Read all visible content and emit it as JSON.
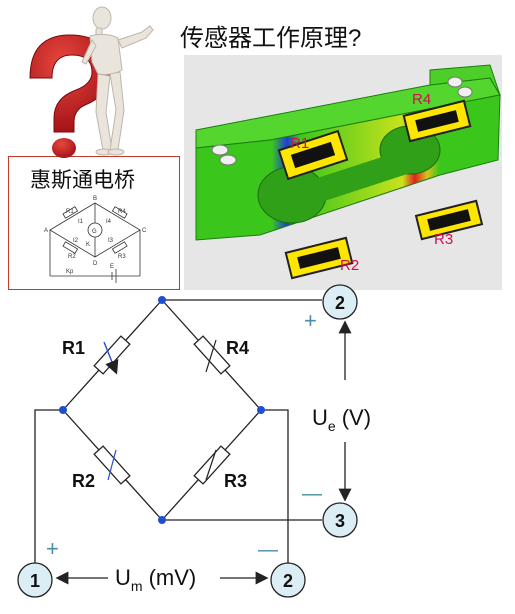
{
  "title": "传感器工作原理?",
  "bridge_box": {
    "title": "惠斯通电桥",
    "labels": [
      "B",
      "R1",
      "R4",
      "I1",
      "I4",
      "A",
      "C",
      "K",
      "R2",
      "R3",
      "D",
      "I2",
      "I3",
      "Kp",
      "E",
      "G"
    ]
  },
  "sensor_image": {
    "gauge_labels": [
      "R1",
      "R4",
      "R2",
      "R3"
    ]
  },
  "circuit": {
    "resistors": [
      "R1",
      "R4",
      "R2",
      "R3"
    ],
    "terminals": {
      "t2_top": "2",
      "t3": "3",
      "t1": "1",
      "t2_bottom": "2"
    },
    "plus_top": "+",
    "minus_right": "—",
    "plus_left": "+",
    "minus_bottom": "—",
    "ue_main": "U",
    "ue_sub": "e",
    "ue_unit": "(V)",
    "um_main": "U",
    "um_sub": "m",
    "um_unit": "(mV)"
  },
  "colors": {
    "wire": "#222222",
    "node": "#1f4fd1",
    "terminal_fill": "#dceef5",
    "plus_minus": "#4a8da8",
    "gauge_label": "#d0104f",
    "question": "#c0141c",
    "beam_green": "#38c81a"
  }
}
